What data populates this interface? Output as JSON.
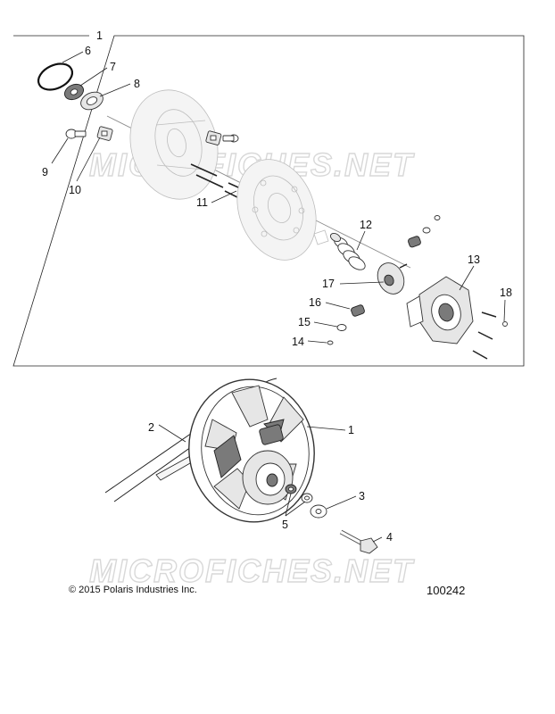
{
  "watermark": "MICROFICHES.NET",
  "callouts_top": {
    "c1": "1",
    "c6": "6",
    "c7": "7",
    "c8": "8",
    "c9": "9",
    "c10": "10",
    "c11": "11",
    "c12": "12",
    "c13": "13",
    "c14": "14",
    "c15": "15",
    "c16": "16",
    "c17": "17",
    "c18": "18"
  },
  "callouts_bottom": {
    "c1": "1",
    "c2": "2",
    "c3": "3",
    "c4": "4",
    "c5": "5"
  },
  "footer": {
    "copyright": "© 2015 Polaris Industries Inc.",
    "figure_number": "100242"
  }
}
